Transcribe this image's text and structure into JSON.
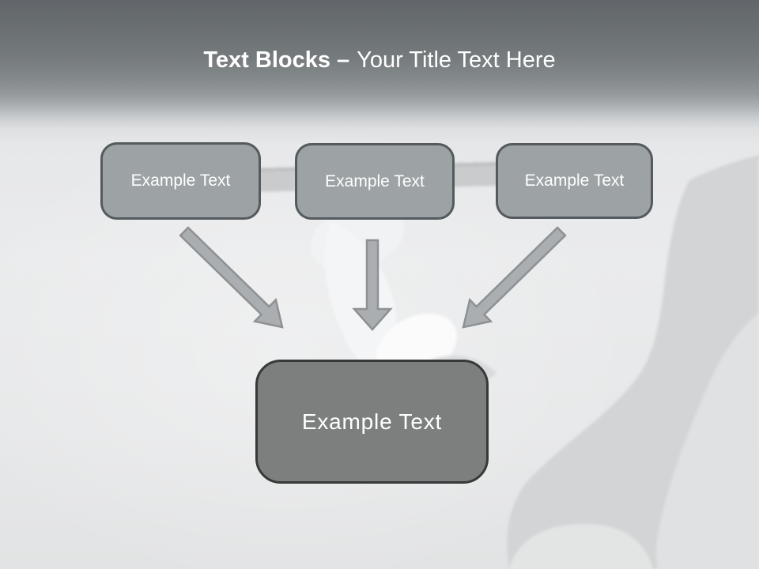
{
  "slide": {
    "title": {
      "bold": "Text Blocks –",
      "regular": "Your Title Text Here"
    },
    "blocks": [
      {
        "label": "Example Text"
      },
      {
        "label": "Example Text"
      },
      {
        "label": "Example Text"
      }
    ],
    "center_block": {
      "label": "Example Text"
    },
    "arrows": [
      {
        "icon": "arrow-down-right-icon"
      },
      {
        "icon": "arrow-down-icon"
      },
      {
        "icon": "arrow-down-left-icon"
      }
    ],
    "background": {
      "description": "faint waiter holding tray photo watermark",
      "colors": {
        "header_top": "#61666a",
        "header_fade": "#aeb2b5",
        "body": "#e9eaeb",
        "silhouette": "#d3d4d6",
        "sleeve_white": "#f4f5f6",
        "tray": "#c8c9cb"
      }
    },
    "colors": {
      "title_text": "#ffffff",
      "block_fill": "#9da2a5",
      "block_border": "#555a5e",
      "block_text": "#ffffff",
      "center_fill": "#7d7f7e",
      "center_border": "#373939",
      "center_text": "#ffffff",
      "arrow_fill": "#abaeb1",
      "arrow_stroke": "#8d9194"
    }
  }
}
